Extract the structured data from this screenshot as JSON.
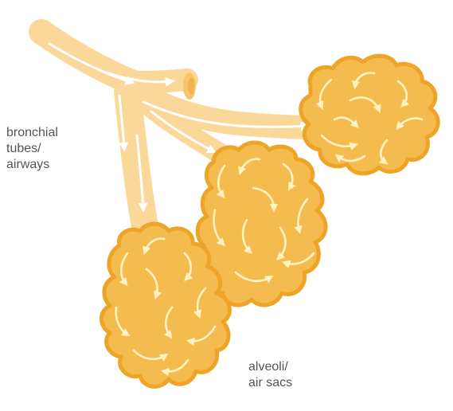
{
  "labels": {
    "bronchi": [
      "bronchial",
      "tubes/",
      "airways"
    ],
    "alveoli": [
      "alveoli/",
      "air sacs"
    ]
  },
  "colors": {
    "tube_fill": "#fad89a",
    "tube_opening": "#f6c56a",
    "sac_fill": "#f4bb4f",
    "sac_outline": "#eda427",
    "arrow_on_tube": "#ffffff",
    "arrow_on_sac": "#fff3c4",
    "label_text": "#555555"
  },
  "icons": {
    "airflow_arrow": "arrow-icon"
  }
}
